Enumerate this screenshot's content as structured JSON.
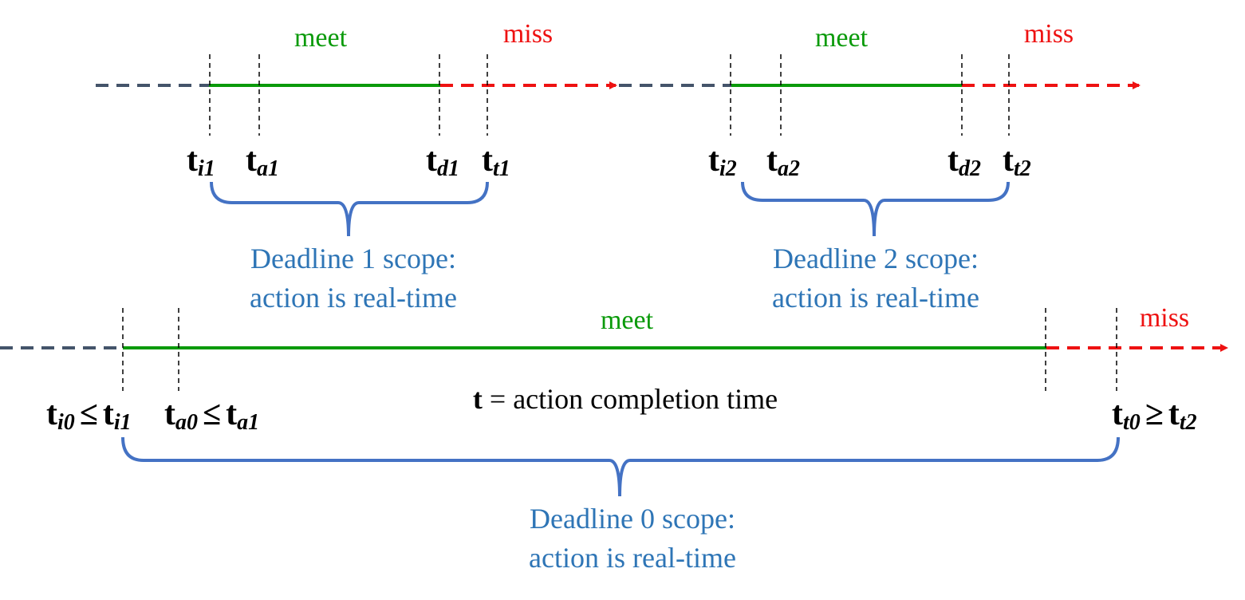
{
  "colors": {
    "gray_dash": "#44546a",
    "green": "#0a9a0a",
    "red": "#ee1111",
    "blue": "#4472c4",
    "blue_text": "#2e75b6",
    "black": "#000000"
  },
  "timeline1": {
    "meet": "meet",
    "miss": "miss",
    "t_main": "t",
    "labels": {
      "i": "i1",
      "a": "a1",
      "d": "d1",
      "t": "t1"
    },
    "scope_line1": "Deadline 1 scope:",
    "scope_line2": "action is real-time"
  },
  "timeline2": {
    "meet": "meet",
    "miss": "miss",
    "t_main": "t",
    "labels": {
      "i": "i2",
      "a": "a2",
      "d": "d2",
      "t": "t2"
    },
    "scope_line1": "Deadline 2 scope:",
    "scope_line2": "action is real-time"
  },
  "timeline0": {
    "meet": "meet",
    "miss": "miss",
    "t_main": "t",
    "le": "≤",
    "ge": "≥",
    "labels": {
      "i0": "i0",
      "i1": "i1",
      "a0": "a0",
      "a1": "a1",
      "t0": "t0",
      "t2": "t2"
    },
    "completion_bold": "t",
    "completion_text": " = action completion time",
    "scope_line1": "Deadline 0 scope:",
    "scope_line2": "action is real-time"
  }
}
